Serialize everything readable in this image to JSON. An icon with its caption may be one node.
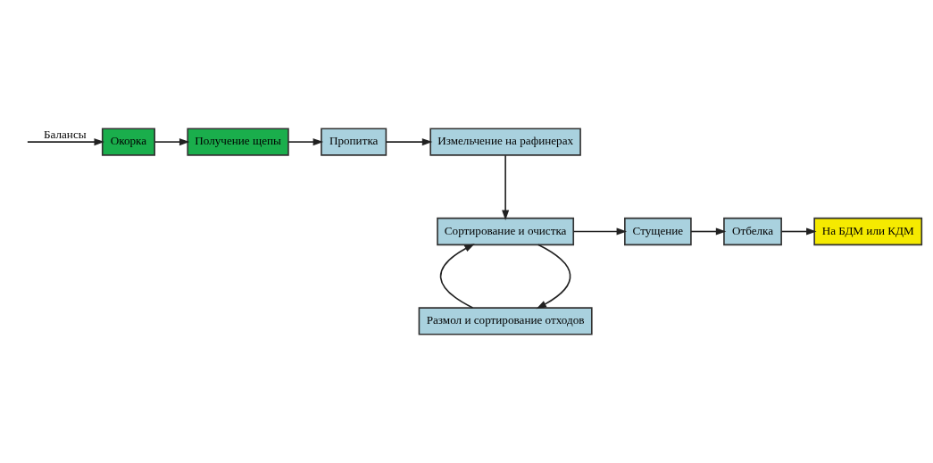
{
  "diagram": {
    "nodes": [
      {
        "text": [
          "Окорка"
        ]
      },
      {
        "text": [
          "Получение щепы"
        ]
      },
      {
        "text": [
          "Пропитка"
        ]
      },
      {
        "text": [
          "Измельчение на рафинерах"
        ]
      },
      {
        "text": [
          "Сортирование и очистка"
        ]
      },
      {
        "text": [
          "Стущение"
        ]
      },
      {
        "text": [
          "Отбелка"
        ]
      },
      {
        "text": [
          "На БДМ или КДМ"
        ]
      },
      {
        "text": [
          "Размол и сортирование отходов"
        ]
      }
    ],
    "edges": [
      {
        "from": null,
        "to": 0,
        "arrow": "to",
        "label": "Балансы"
      },
      {
        "from": 0,
        "to": 1,
        "arrow": "to"
      },
      {
        "from": 1,
        "to": 2,
        "arrow": "to"
      },
      {
        "from": 2,
        "to": 3,
        "arrow": "to"
      },
      {
        "from": 3,
        "to": 4,
        "arrow": "to"
      },
      {
        "from": 4,
        "to": 5,
        "arrow": "to"
      },
      {
        "from": 5,
        "to": 6,
        "arrow": "to"
      },
      {
        "from": 6,
        "to": 7,
        "arrow": "to"
      },
      {
        "from": 4,
        "to": 8,
        "arrow": "to"
      },
      {
        "from": 8,
        "to": 4,
        "arrow": "to"
      }
    ]
  }
}
